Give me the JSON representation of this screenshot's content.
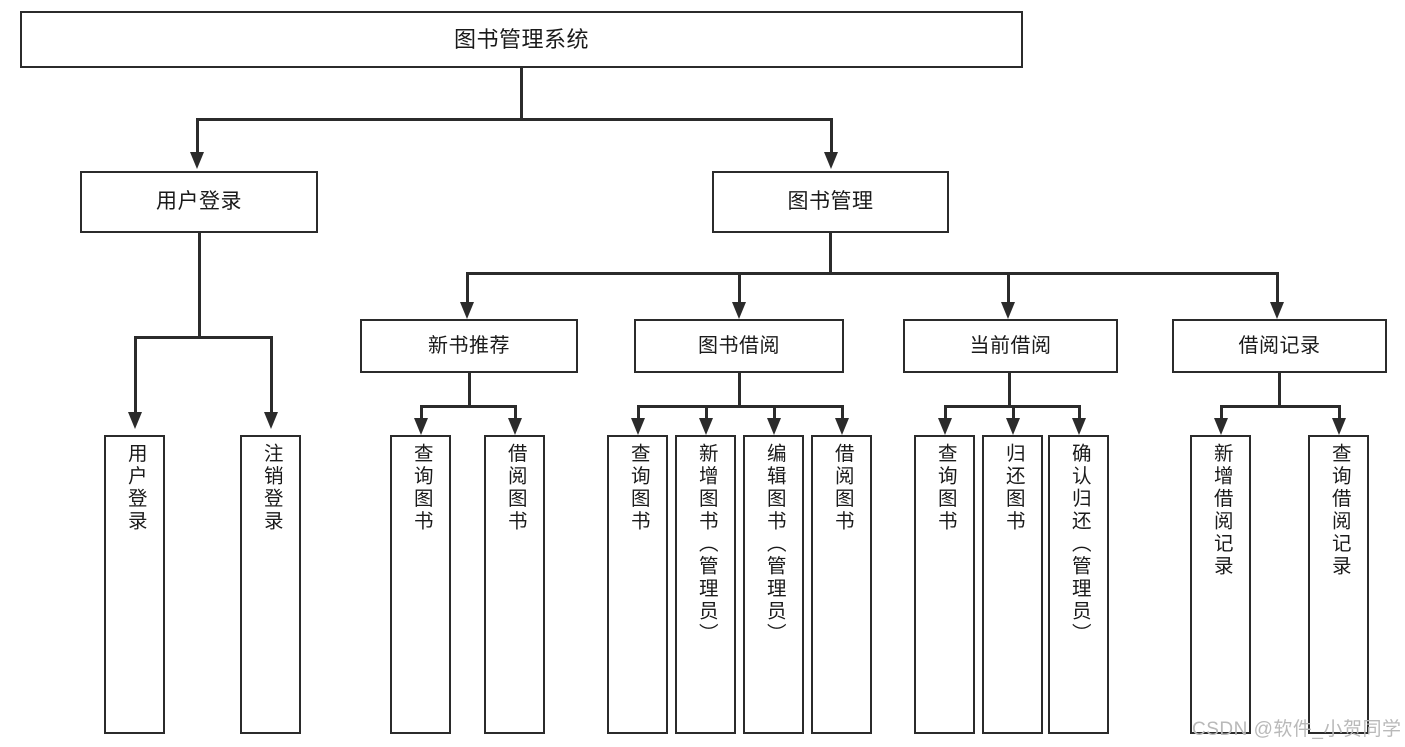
{
  "diagram": {
    "title": "图书管理系统",
    "type": "tree-hierarchy-diagram",
    "watermark": "CSDN @软件_小贺同学",
    "colors": {
      "stroke": "#2b2b2b",
      "fill": "#ffffff",
      "text": "#1a1a1a",
      "watermark": "#b9b9b9"
    }
  },
  "root": {
    "label": "图书管理系统"
  },
  "level1": [
    {
      "label": "用户登录"
    },
    {
      "label": "图书管理"
    }
  ],
  "level2": [
    {
      "label": "新书推荐"
    },
    {
      "label": "图书借阅"
    },
    {
      "label": "当前借阅"
    },
    {
      "label": "借阅记录"
    }
  ],
  "leaves": {
    "user_login": [
      {
        "label": "用户登录"
      },
      {
        "label": "注销登录"
      }
    ],
    "new_book_recommend": [
      {
        "label": "查询图书"
      },
      {
        "label": "借阅图书"
      }
    ],
    "book_borrow": [
      {
        "label": "查询图书"
      },
      {
        "label": "新增图书（管理员）"
      },
      {
        "label": "编辑图书（管理员）"
      },
      {
        "label": "借阅图书"
      }
    ],
    "current_borrow": [
      {
        "label": "查询图书"
      },
      {
        "label": "归还图书"
      },
      {
        "label": "确认归还（管理员）"
      }
    ],
    "borrow_record": [
      {
        "label": "新增借阅记录"
      },
      {
        "label": "查询借阅记录"
      }
    ]
  }
}
